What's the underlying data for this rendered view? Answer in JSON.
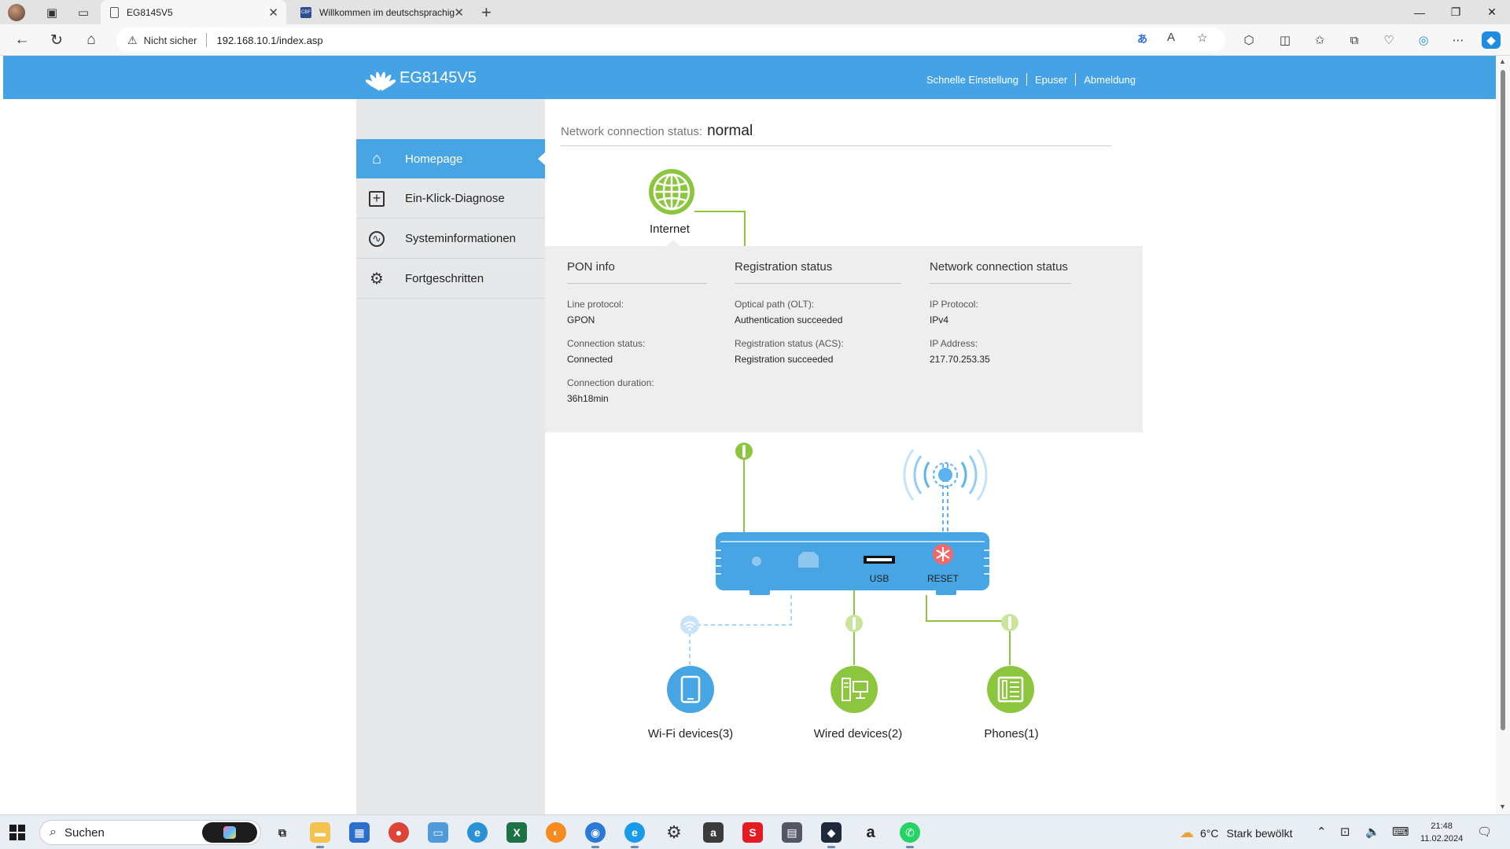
{
  "browser": {
    "tabs": [
      {
        "title": "EG8145V5",
        "active": true
      },
      {
        "title": "Willkommen im deutschsprachig",
        "active": false
      }
    ],
    "address": {
      "security_label": "Nicht sicher",
      "url": "192.168.10.1/index.asp"
    }
  },
  "header": {
    "model": "EG8145V5",
    "links": [
      "Schnelle Einstellung",
      "Epuser",
      "Abmeldung"
    ]
  },
  "sidebar": {
    "items": [
      {
        "label": "Homepage",
        "icon": "home-icon",
        "active": true
      },
      {
        "label": "Ein-Klick-Diagnose",
        "icon": "first-aid-icon",
        "active": false
      },
      {
        "label": "Systeminformationen",
        "icon": "system-info-icon",
        "active": false
      },
      {
        "label": "Fortgeschritten",
        "icon": "gear-icon",
        "active": false
      }
    ]
  },
  "status": {
    "label": "Network connection status:",
    "value": "normal"
  },
  "internet": {
    "label": "Internet"
  },
  "pon_info": {
    "title": "PON info",
    "items": [
      {
        "key": "Line protocol:",
        "value": "GPON"
      },
      {
        "key": "Connection status:",
        "value": "Connected"
      },
      {
        "key": "Connection duration:",
        "value": "36h18min"
      }
    ]
  },
  "registration": {
    "title": "Registration status",
    "items": [
      {
        "key": "Optical path (OLT):",
        "value": "Authentication succeeded"
      },
      {
        "key": "Registration status (ACS):",
        "value": "Registration succeeded"
      }
    ]
  },
  "network": {
    "title": "Network connection status",
    "items": [
      {
        "key": "IP Protocol:",
        "value": "IPv4"
      },
      {
        "key": "IP Address:",
        "value": "217.70.253.35"
      }
    ]
  },
  "router": {
    "usb_label": "USB",
    "reset_label": "RESET"
  },
  "devices": {
    "wifi": "Wi-Fi devices(3)",
    "wired": "Wired devices(2)",
    "phones": "Phones(1)"
  },
  "colors": {
    "brand_blue": "#45a3e5",
    "green": "#8cc63f",
    "wifi_blue": "#5db3f0"
  },
  "taskbar": {
    "search_placeholder": "Suchen",
    "weather_temp": "6°C",
    "weather_text": "Stark bewölkt",
    "time": "21:48",
    "date": "11.02.2024"
  }
}
